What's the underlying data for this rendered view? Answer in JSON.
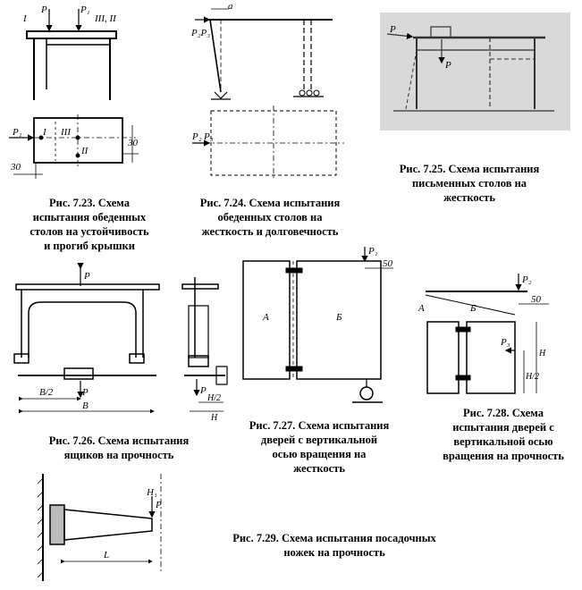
{
  "fig723": {
    "labels": {
      "p1": "P₁",
      "p1b": "P₁",
      "roman1": "I",
      "roman32": "III, II",
      "p1_plan": "P₁",
      "i_plan": "I",
      "iii_plan": "III",
      "ii_plan": "II",
      "d30_right": "30",
      "d30_left": "30"
    },
    "caption": [
      "Рис. 7.23. Схема",
      "испытания обеденных",
      "столов на устойчивость",
      "и прогиб крышки"
    ]
  },
  "fig724": {
    "labels": {
      "a": "a",
      "p2p3": "P₂P₃",
      "p2": "P₂",
      "p3": "P₃"
    },
    "caption": [
      "Рис. 7.24. Схема испытания",
      "обеденных столов на",
      "жесткость и долговечность"
    ]
  },
  "fig725": {
    "labels": {
      "p_left": "P",
      "p_down": "P"
    },
    "caption": [
      "Рис. 7.25. Схема испытания",
      "письменных столов на",
      "жесткость"
    ]
  },
  "fig726": {
    "labels": {
      "p_top": "P",
      "b2": "B/2",
      "b": "B",
      "p_bottom": "P",
      "p_side": "P",
      "h2": "H/2",
      "h": "H"
    },
    "caption": [
      "Рис. 7.26. Схема испытания",
      "ящиков на прочность"
    ]
  },
  "fig727": {
    "labels": {
      "p1": "P₁",
      "d50": "50",
      "a": "А",
      "b": "Б"
    },
    "caption": [
      "Рис. 7.27. Схема испытания",
      "дверей с вертикальной",
      "осью вращения на",
      "жесткость"
    ]
  },
  "fig728": {
    "labels": {
      "p2": "P₂",
      "d50": "50",
      "a": "А",
      "b": "Б",
      "p3": "P₃",
      "h2": "H/2",
      "h": "H"
    },
    "caption": [
      "Рис. 7.28. Схема",
      "испытания дверей с",
      "вертикальной осью",
      "вращения на прочность"
    ]
  },
  "fig729": {
    "labels": {
      "h1": "H₁",
      "p": "P",
      "l": "L"
    },
    "caption": [
      "Рис. 7.29. Схема испытания посадочных",
      "ножек на прочность"
    ]
  }
}
